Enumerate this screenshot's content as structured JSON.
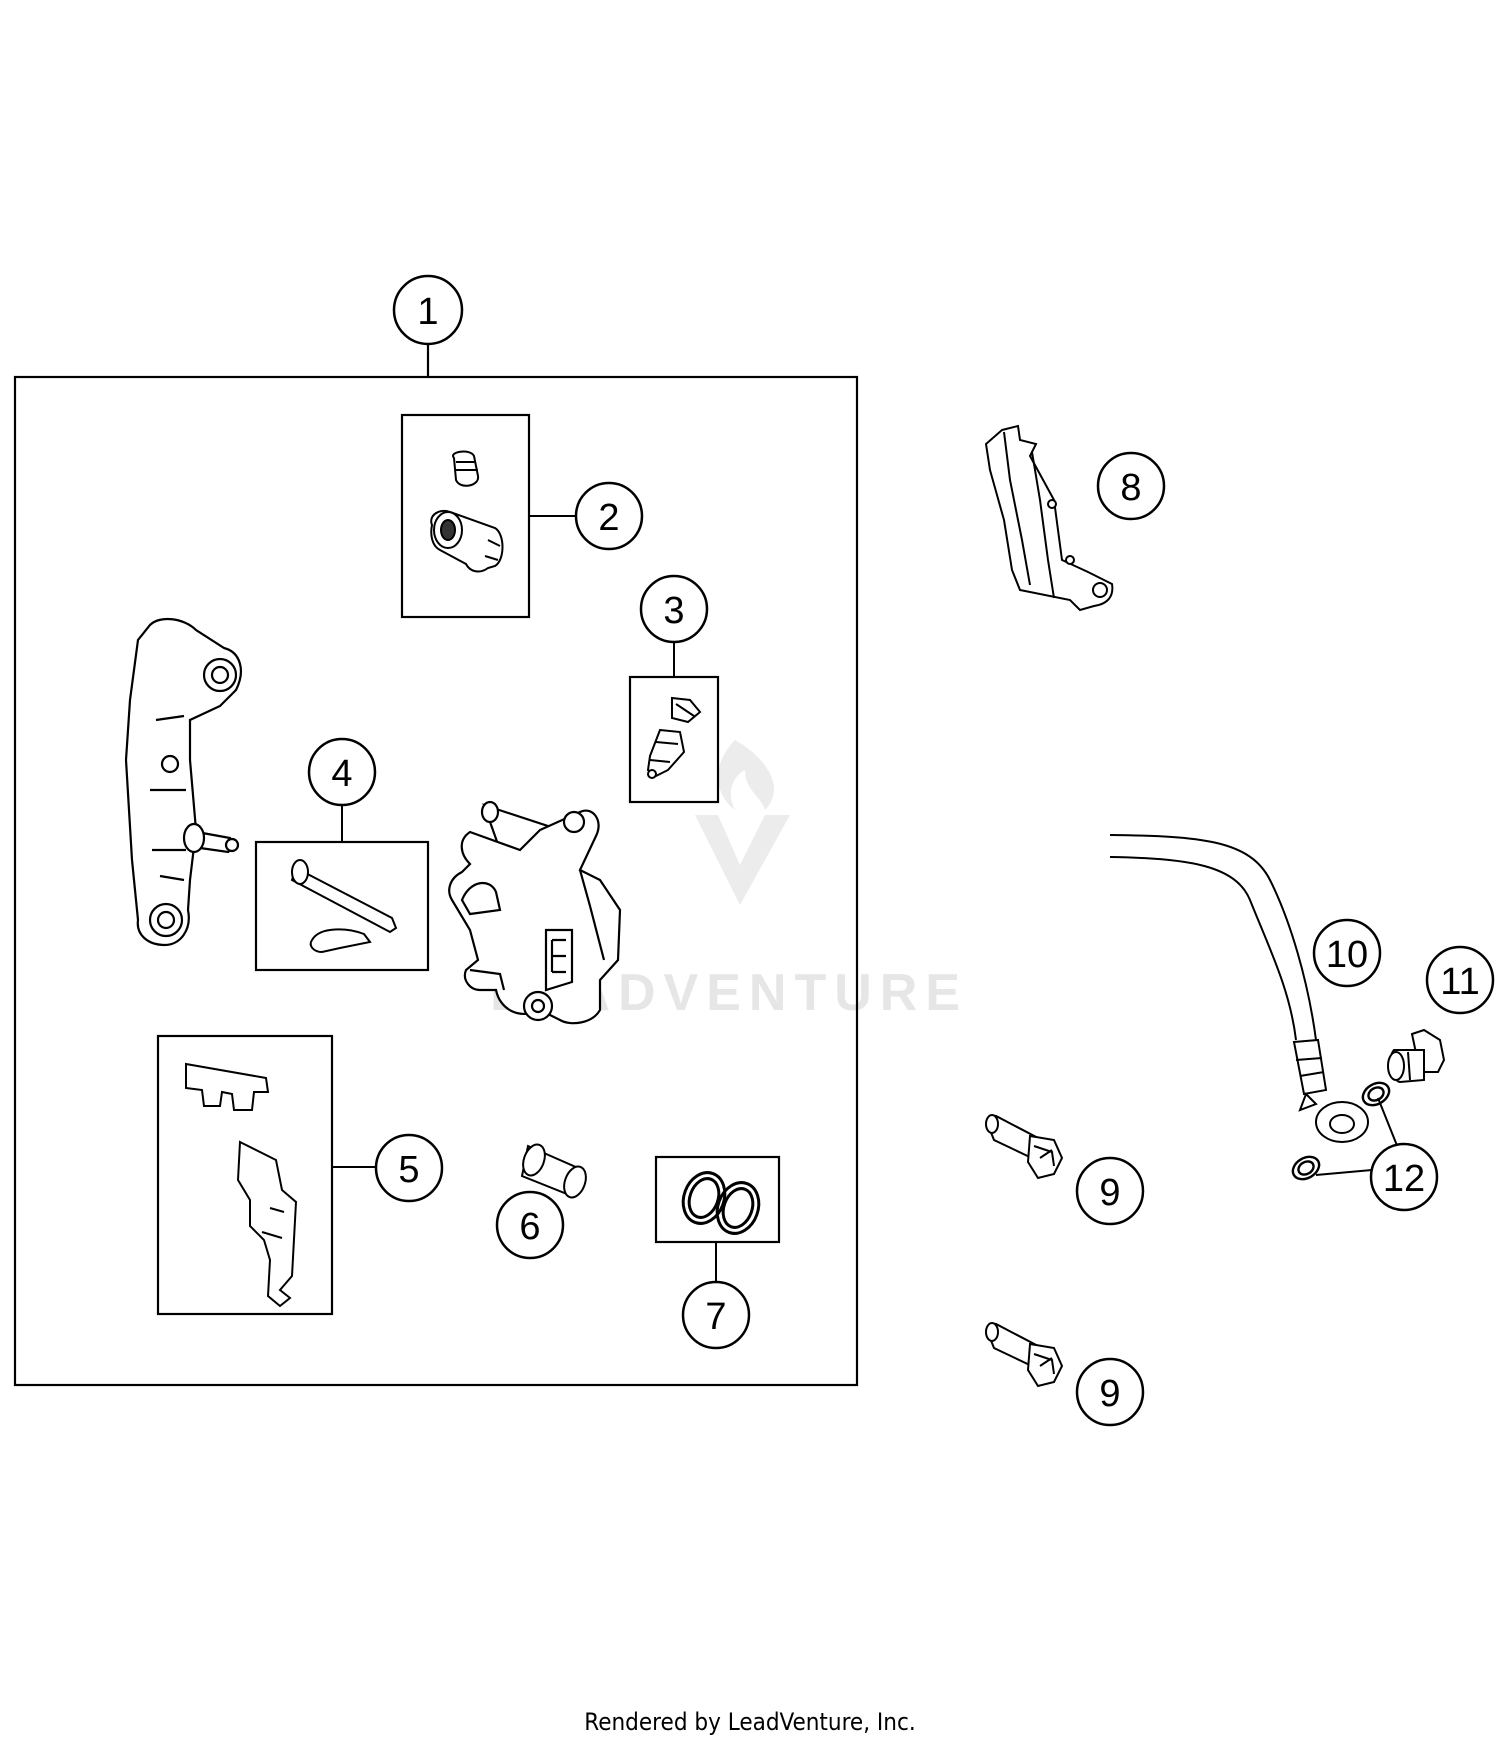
{
  "diagram": {
    "callouts": [
      {
        "id": "c1",
        "label": "1"
      },
      {
        "id": "c2",
        "label": "2"
      },
      {
        "id": "c3",
        "label": "3"
      },
      {
        "id": "c4",
        "label": "4"
      },
      {
        "id": "c5",
        "label": "5"
      },
      {
        "id": "c6",
        "label": "6"
      },
      {
        "id": "c7",
        "label": "7"
      },
      {
        "id": "c8",
        "label": "8"
      },
      {
        "id": "c9a",
        "label": "9"
      },
      {
        "id": "c9b",
        "label": "9"
      },
      {
        "id": "c10",
        "label": "10"
      },
      {
        "id": "c11",
        "label": "11"
      },
      {
        "id": "c12",
        "label": "12"
      }
    ],
    "parts": {
      "p1": "brake-caliper-assembly",
      "p2": "bleeder-screw-kit",
      "p3": "bleeder-valve-kit",
      "p4": "pad-pin-kit",
      "p5": "pad-spring-kit",
      "p6": "slide-sleeve",
      "p7": "seal-ring-kit",
      "p8": "brake-pads",
      "p9": "collar-screw",
      "p10": "brake-line",
      "p11": "banjo-bolt",
      "p12": "sealing-washer"
    },
    "colors": {
      "line": "#000000",
      "fill": "#ffffff",
      "watermark": "#e6e6e6"
    }
  },
  "watermark": {
    "text": "LEADVENTURE"
  },
  "footer": {
    "text": "Rendered by LeadVenture, Inc."
  }
}
